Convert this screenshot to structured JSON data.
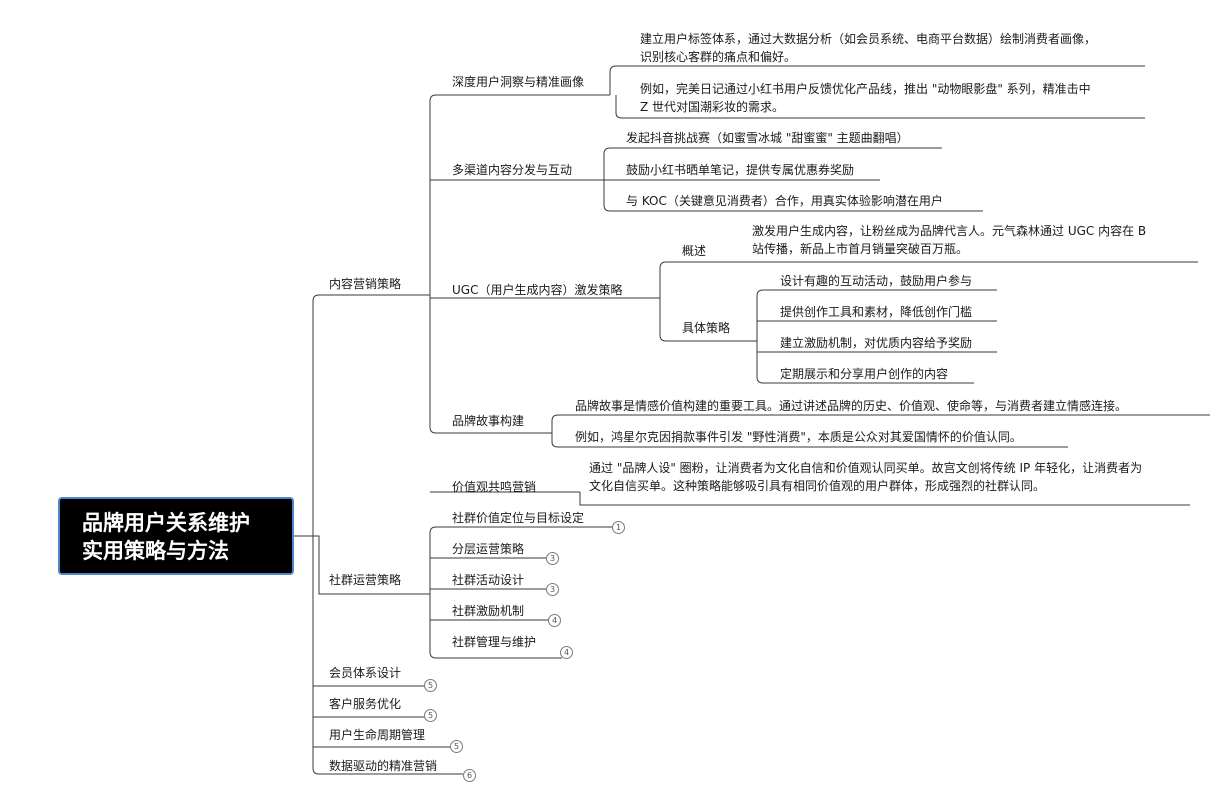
{
  "root": {
    "line1": "品牌用户关系维护",
    "line2": "实用策略与方法"
  },
  "branches": {
    "content": {
      "label": "内容营销策略",
      "insight": {
        "label": "深度用户洞察与精准画像",
        "leaf1": [
          "建立用户标签体系，通过大数据分析（如会员系统、电商平台数据）绘制消费者画像，",
          "识别核心客群的痛点和偏好。"
        ],
        "leaf2": [
          "例如，完美日记通过小红书用户反馈优化产品线，推出 \"动物眼影盘\" 系列，精准击中",
          "Z 世代对国潮彩妆的需求。"
        ]
      },
      "channels": {
        "label": "多渠道内容分发与互动",
        "leaves": [
          "发起抖音挑战赛（如蜜雪冰城 \"甜蜜蜜\" 主题曲翻唱）",
          "鼓励小红书晒单笔记，提供专属优惠券奖励",
          "与 KOC（关键意见消费者）合作，用真实体验影响潜在用户"
        ]
      },
      "ugc": {
        "label": "UGC（用户生成内容）激发策略",
        "overview_label": "概述",
        "overview": [
          "激发用户生成内容，让粉丝成为品牌代言人。元气森林通过 UGC 内容在 B",
          "站传播，新品上市首月销量突破百万瓶。"
        ],
        "tactics_label": "具体策略",
        "tactics": [
          "设计有趣的互动活动，鼓励用户参与",
          "提供创作工具和素材，降低创作门槛",
          "建立激励机制，对优质内容给予奖励",
          "定期展示和分享用户创作的内容"
        ]
      },
      "story": {
        "label": "品牌故事构建",
        "leaves": [
          "品牌故事是情感价值构建的重要工具。通过讲述品牌的历史、价值观、使命等，与消费者建立情感连接。",
          "例如，鸿星尔克因捐款事件引发 \"野性消费\"，本质是公众对其爱国情怀的价值认同。"
        ]
      },
      "values": {
        "label": "价值观共鸣营销",
        "leaf": [
          "通过 \"品牌人设\" 圈粉，让消费者为文化自信和价值观认同买单。故宫文创将传统 IP 年轻化，让消费者为",
          "文化自信买单。这种策略能够吸引具有相同价值观的用户群体，形成强烈的社群认同。"
        ]
      }
    },
    "community": {
      "label": "社群运营策略",
      "items": [
        {
          "label": "社群价值定位与目标设定",
          "count": "1"
        },
        {
          "label": "分层运营策略",
          "count": "3"
        },
        {
          "label": "社群活动设计",
          "count": "3"
        },
        {
          "label": "社群激励机制",
          "count": "4"
        },
        {
          "label": "社群管理与维护",
          "count": "4"
        }
      ]
    },
    "others": [
      {
        "label": "会员体系设计",
        "count": "5"
      },
      {
        "label": "客户服务优化",
        "count": "5"
      },
      {
        "label": "用户生命周期管理",
        "count": "5"
      },
      {
        "label": "数据驱动的精准营销",
        "count": "6"
      }
    ]
  },
  "colors": {
    "line": "#3a3a3a",
    "root_bg": "#000000",
    "root_border": "#4f86c9"
  }
}
